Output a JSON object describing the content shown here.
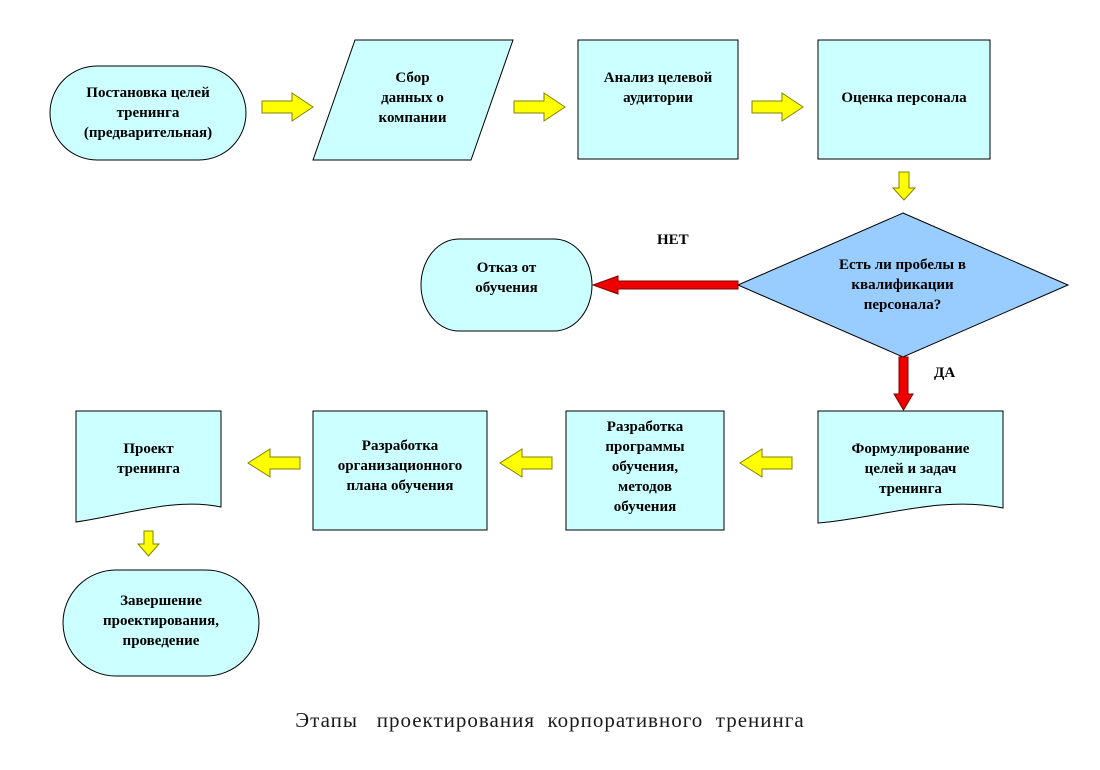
{
  "diagram": {
    "nodes": {
      "n1": "Постановка целей\nтренинга\n(предварительная)",
      "n2": "Сбор\nданных о\nкомпании",
      "n3": "Анализ целевой\nаудитории",
      "n4": "Оценка персонала",
      "n5": "Есть ли пробелы в\nквалификации\nперсонала?",
      "n6": "Отказ от\nобучения",
      "n7": "Формулирование\nцелей и задач\nтренинга",
      "n8": "Разработка\nпрограммы\nобучения,\nметодов\nобучения",
      "n9": "Разработка\nорганизационного\nплана обучения",
      "n10": "Проект\nтренинга",
      "n11": "Завершение\nпроектирования,\nпроведение"
    },
    "edge_labels": {
      "no": "НЕТ",
      "yes": "ДА"
    },
    "caption": "Этапы   проектирования  корпоративного  тренинга",
    "colors": {
      "box_fill": "#ccffff",
      "decision_fill": "#99ccff",
      "outline": "#000000",
      "flow_arrow": "#ffff00",
      "branch_arrow": "#ee0000"
    }
  }
}
